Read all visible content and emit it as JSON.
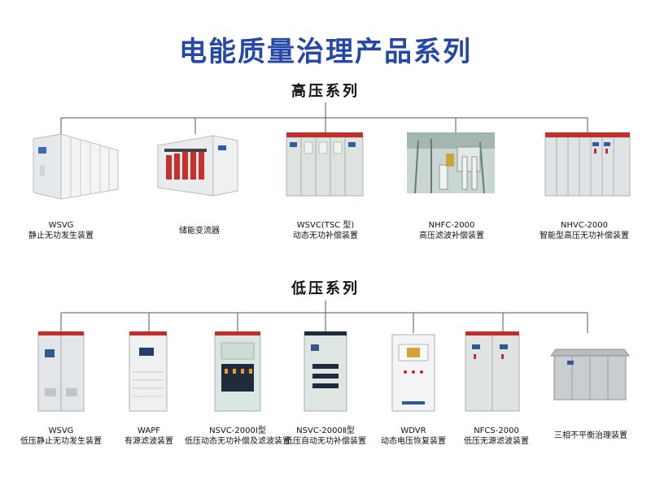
{
  "title": "电能质量治理产品系列",
  "hv": {
    "heading": "高压系列",
    "items": [
      {
        "code": "WSVG",
        "name": "静止无功发生装置"
      },
      {
        "code": "",
        "name": "储能变流器"
      },
      {
        "code": "WSVC(TSC 型)",
        "name": "动态无功补偿装置"
      },
      {
        "code": "NHFC-2000",
        "name": "高压滤波补偿装置"
      },
      {
        "code": "NHVC-2000",
        "name": "智能型高压无功补偿装置"
      }
    ]
  },
  "lv": {
    "heading": "低压系列",
    "items": [
      {
        "code": "WSVG",
        "name": "低压静止无功发生装置"
      },
      {
        "code": "WAPF",
        "name": "有源滤波装置"
      },
      {
        "code": "NSVC-2000Ⅰ型",
        "name": "低压动态无功补偿及滤波装置"
      },
      {
        "code": "NSVC-2000Ⅱ型",
        "name": "低压自动无功补偿装置"
      },
      {
        "code": "WDVR",
        "name": "动态电压恢复装置"
      },
      {
        "code": "NFCS-2000",
        "name": "低压无源滤波装置"
      },
      {
        "code": "",
        "name": "三相不平衡治理装置"
      }
    ]
  },
  "colors": {
    "title": "#2447a8",
    "line": "#555555",
    "cabinet": "#dfe3e3",
    "accent_red": "#d21f1f"
  }
}
